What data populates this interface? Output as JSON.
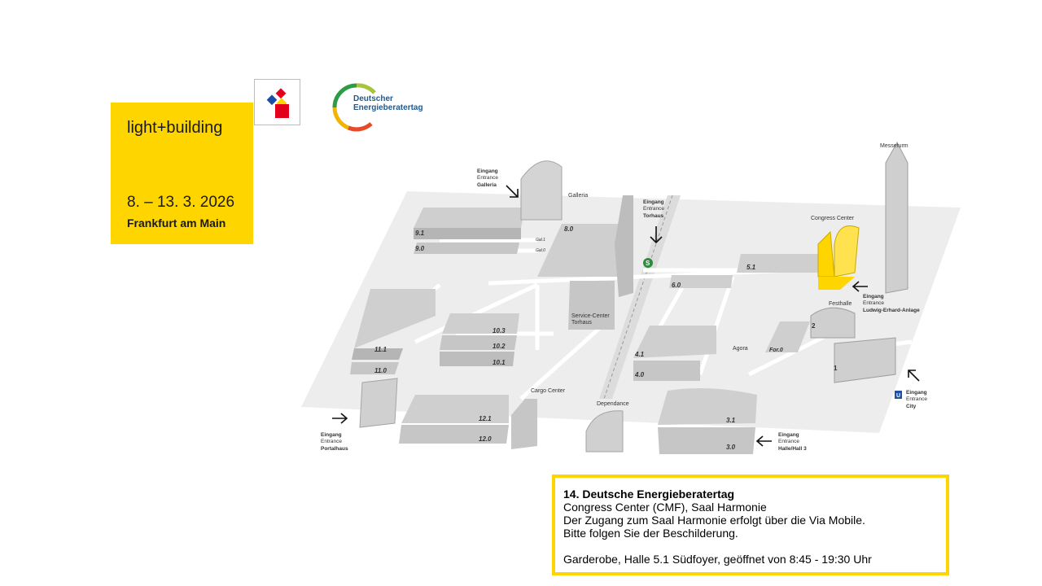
{
  "brand": {
    "name": "light+building",
    "dates": "8. – 13. 3. 2026",
    "city": "Frankfurt am Main"
  },
  "partner": {
    "line1": "Deutscher",
    "line2": "Energieberatertag"
  },
  "colors": {
    "brand_yellow": "#ffd500",
    "building_grey": "#cfcfcf",
    "ground_grey": "#ededed",
    "congress_yellow": "#ffd500",
    "text_blue": "#1f5a8c",
    "station_green": "#2e8b3d"
  },
  "map": {
    "labels": {
      "galleria": "Galleria",
      "messeturm": "Messeturm",
      "congress_center": "Congress Center",
      "festhalle": "Festhalle",
      "agora": "Agora",
      "service_center": "Service-Center",
      "torhaus": "Torhaus",
      "cargo_center": "Cargo Center",
      "dependance": "Dependance",
      "gal1": "Gal.1",
      "gal0": "Gal.0"
    },
    "halls": {
      "h9_1": "9.1",
      "h9_0": "9.0",
      "h8_0": "8.0",
      "h11_1": "11.1",
      "h11_0": "11.0",
      "h10_3": "10.3",
      "h10_2": "10.2",
      "h10_1": "10.1",
      "h12_1": "12.1",
      "h12_0": "12.0",
      "h6_0": "6.0",
      "h5_1": "5.1",
      "h4_1": "4.1",
      "h4_0": "4.0",
      "h3_1": "3.1",
      "h3_0": "3.0",
      "for0": "For.0",
      "h2": "2",
      "h1": "1"
    },
    "entrances": {
      "eingang": "Eingang",
      "entrance": "Entrance",
      "galleria": "Galleria",
      "torhaus": "Torhaus",
      "ludwig": "Ludwig-Erhard-Anlage",
      "city": "City",
      "halle3": "Halle/Hall 3",
      "portalhaus": "Portalhaus"
    },
    "icons": {
      "s_bahn": "S",
      "u_bahn": "U"
    }
  },
  "info": {
    "title": "14. Deutsche Energieberatertag",
    "line1": "Congress Center (CMF), Saal Harmonie",
    "line2": "Der Zugang zum Saal Harmonie erfolgt über die Via Mobile.",
    "line3": "Bitte folgen Sie der Beschilderung.",
    "line4": "Garderobe, Halle 5.1 Südfoyer, geöffnet von 8:45 - 19:30 Uhr"
  }
}
